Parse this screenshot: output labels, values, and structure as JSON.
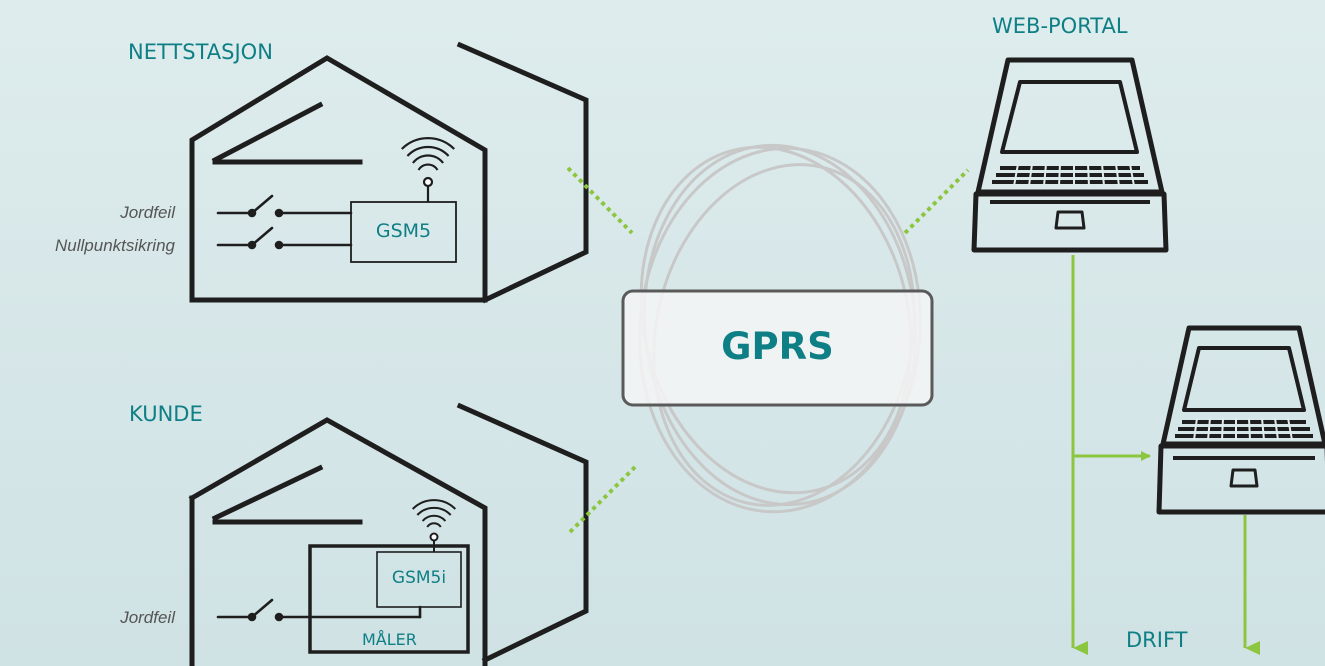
{
  "colors": {
    "label": "#0e7f85",
    "stroke": "#1e1e1e",
    "green": "#8cc63f",
    "ring": "#c8c8c8",
    "gprs_fill": "#f4f5f5",
    "gprs_border": "#5a5a5a",
    "side_text": "#555555"
  },
  "nettstasjon": {
    "title": "NETTSTASJON",
    "device": "GSM5",
    "inputs": [
      "Jordfeil",
      "Nullpunktsikring"
    ]
  },
  "kunde": {
    "title": "KUNDE",
    "device": "GSM5i",
    "meter": "MÅLER",
    "inputs": [
      "Jordfeil"
    ]
  },
  "network": {
    "label": "GPRS"
  },
  "portal": {
    "title": "WEB-PORTAL"
  },
  "drift": {
    "title": "DRIFT"
  },
  "icons": [
    "house-icon",
    "antenna-icon",
    "switch-icon",
    "laptop-icon",
    "arrow-icon"
  ]
}
